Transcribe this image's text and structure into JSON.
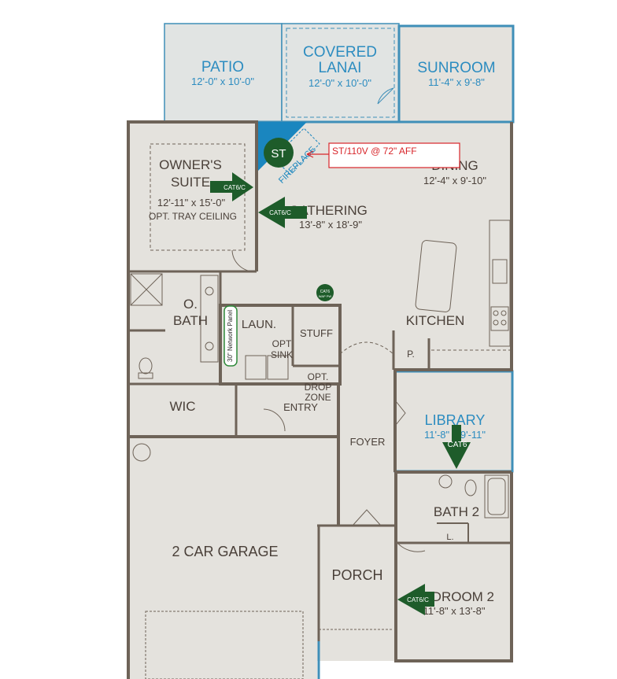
{
  "rooms": {
    "patio": {
      "name": "PATIO",
      "dims": "12'-0\" x 10'-0\""
    },
    "covered_lanai": {
      "name_line1": "COVERED",
      "name_line2": "LANAI",
      "dims": "12'-0\" x 10'-0\""
    },
    "sunroom": {
      "name": "SUNROOM",
      "dims": "11'-4\" x 9'-8\""
    },
    "owners_suite": {
      "name_line1": "OWNER'S",
      "name_line2": "SUITE",
      "dims": "12'-11\" x 15'-0\"",
      "note": "OPT. TRAY CEILING"
    },
    "gathering": {
      "name": "GATHERING",
      "dims": "13'-8\" x 18'-9\""
    },
    "dining": {
      "name": "DINING",
      "dims": "12'-4\" x 9'-10\""
    },
    "kitchen": {
      "name": "KITCHEN"
    },
    "o_bath": {
      "name_line1": "O.",
      "name_line2": "BATH"
    },
    "laundry": {
      "name": "LAUN."
    },
    "stuff": {
      "name": "STUFF"
    },
    "opt_sink": {
      "name_line1": "OPT",
      "name_line2": "SINK"
    },
    "drop_zone": {
      "name_line1": "OPT.",
      "name_line2": "DROP",
      "name_line3": "ZONE"
    },
    "entry": {
      "name": "ENTRY"
    },
    "pantry": {
      "name": "P."
    },
    "wic": {
      "name": "WIC"
    },
    "foyer": {
      "name": "FOYER"
    },
    "library": {
      "name": "LIBRARY",
      "dims": "11'-8\" x 9'-11\""
    },
    "bath2": {
      "name": "BATH 2"
    },
    "linen": {
      "name": "L."
    },
    "garage": {
      "name": "2 CAR GARAGE"
    },
    "porch": {
      "name": "PORCH"
    },
    "bedroom2": {
      "name": "BEDROOM 2",
      "dims": "11'-8\" x 13'-8\""
    },
    "fireplace": {
      "name": "FIREPLACE"
    }
  },
  "annotations": {
    "st_marker": "ST",
    "st_callout": "ST/110V @ 72\" AFF",
    "cat6c_owner": "CAT6/C",
    "cat6c_gathering": "CAT6/C",
    "cat6_library": "CAT6",
    "cat6c_bedroom": "CAT6/C",
    "wap_line1": "CAT6",
    "wap_line2": "WAP PW",
    "network_panel": "30\" Network Panel"
  },
  "colors": {
    "wall": "#6e6358",
    "floor": "#e4e2dd",
    "exterior_line": "#3f8fb8",
    "label": "#4a4039",
    "blue_label": "#2c8cc0",
    "green_marker": "#1e5c2a",
    "callout_red": "#d8252a",
    "fireplace_blue": "#1a86bf"
  }
}
